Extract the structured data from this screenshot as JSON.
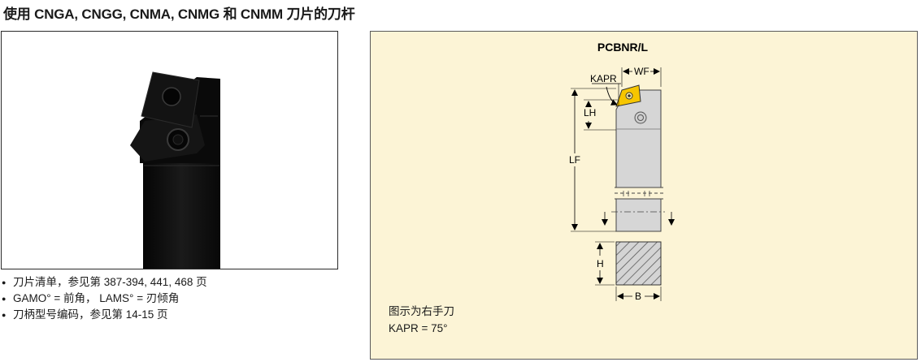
{
  "page": {
    "title": "使用 CNGA, CNGG, CNMA, CNMG 和 CNMM 刀片的刀杆"
  },
  "notes": [
    "刀片清单，参见第 387-394, 441, 468 页",
    "GAMO° = 前角， LAMS° = 刃倾角",
    "刀柄型号编码，参见第 14-15 页"
  ],
  "diagram": {
    "title": "PCBNR/L",
    "labels": {
      "kapr": "KAPR",
      "wf": "WF",
      "lh": "LH",
      "lf": "LF",
      "h": "H",
      "b": "B"
    },
    "caption_line1": "图示为右手刀",
    "caption_line2": "KAPR = 75°"
  },
  "colors": {
    "panel_bg": "#fcf4d6",
    "insert_yellow": "#f7c600",
    "holder_gray": "#d6d6d6",
    "tool_black": "#0d0d0d"
  }
}
